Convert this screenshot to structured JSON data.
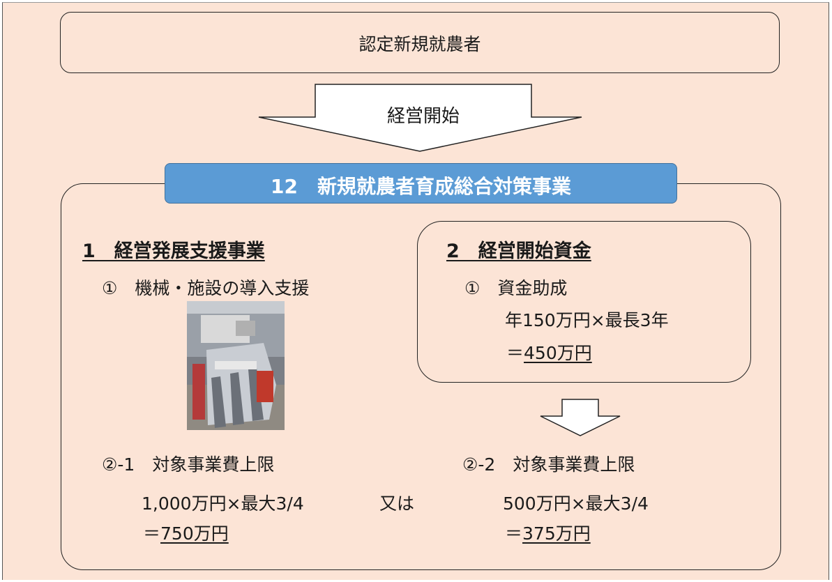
{
  "top_box": {
    "label": "認定新規就農者"
  },
  "arrow": {
    "label": "経営開始"
  },
  "main": {
    "title": "12　新規就農者育成総合対策事業",
    "title_color": "#5b9bd5",
    "section1": {
      "heading": "1　経営発展支援事業",
      "item1": "①　機械・施設の導入支援",
      "photo_name": "combine-harvester-photo",
      "item2": "②-1　対象事業費上限",
      "calc": "1,000万円×最大3/4",
      "or": "又は",
      "result_prefix": "＝",
      "result": "750万円"
    },
    "section2": {
      "heading": "2　経営開始資金",
      "item1": "①　資金助成",
      "calc": "年150万円×最長3年",
      "result_prefix": "＝",
      "result": "450万円",
      "item2": "②-2　対象事業費上限",
      "calc2": "500万円×最大3/4",
      "result2_prefix": "＝",
      "result2": "375万円"
    }
  }
}
